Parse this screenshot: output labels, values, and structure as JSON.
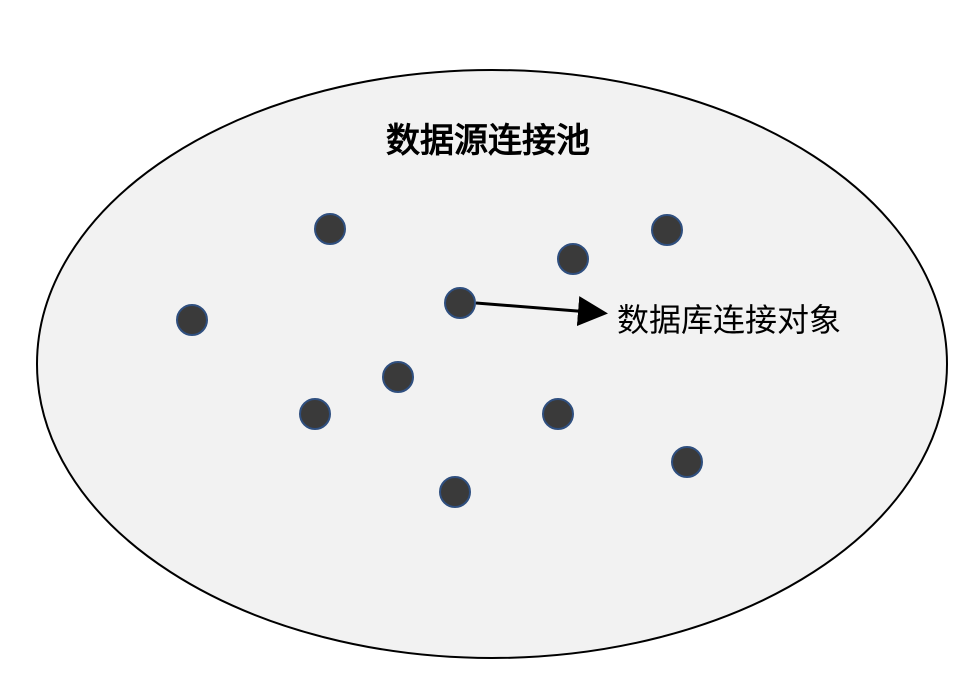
{
  "diagram": {
    "pool_label": "数据源连接池",
    "object_label": "数据库连接对象",
    "colors": {
      "pool_fill": "#f2f2f2",
      "pool_stroke": "#000000",
      "node_fill": "#3a3a3a",
      "node_stroke": "#2f4f7f",
      "arrow": "#000000"
    },
    "node_count": 10
  }
}
